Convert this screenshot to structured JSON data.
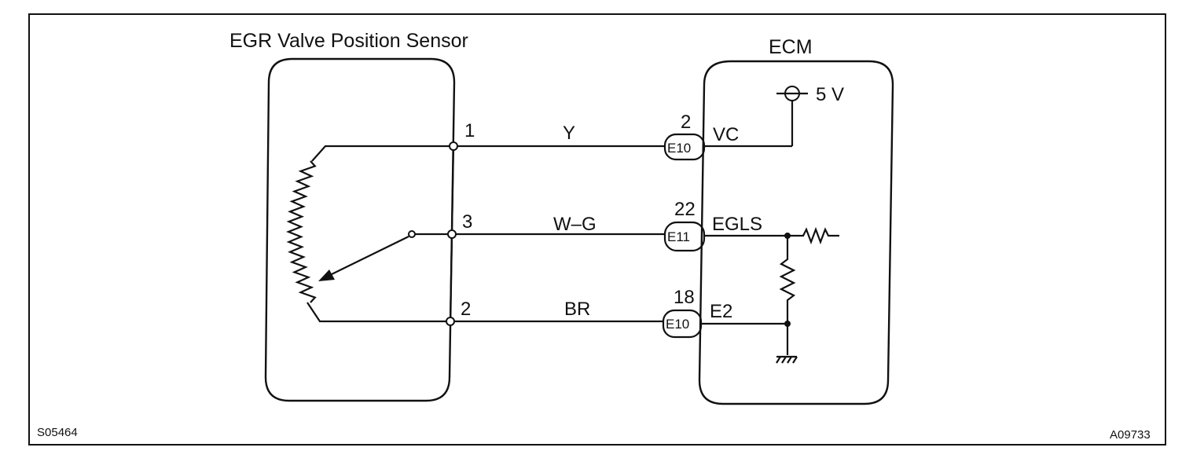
{
  "sensor": {
    "title": "EGR Valve Position Sensor",
    "pins": {
      "top": "1",
      "mid": "3",
      "bottom": "2"
    }
  },
  "ecm": {
    "title": "ECM",
    "supply": "5 V",
    "terminals": {
      "vc": "VC",
      "egls": "EGLS",
      "e2": "E2"
    }
  },
  "wires": {
    "top": "Y",
    "mid": "W–G",
    "bottom": "BR"
  },
  "connectors": {
    "top": {
      "id": "E10",
      "pin": "2"
    },
    "mid": {
      "id": "E11",
      "pin": "22"
    },
    "bottom": {
      "id": "E10",
      "pin": "18"
    }
  },
  "codes": {
    "left": "S05464",
    "right": "A09733"
  }
}
